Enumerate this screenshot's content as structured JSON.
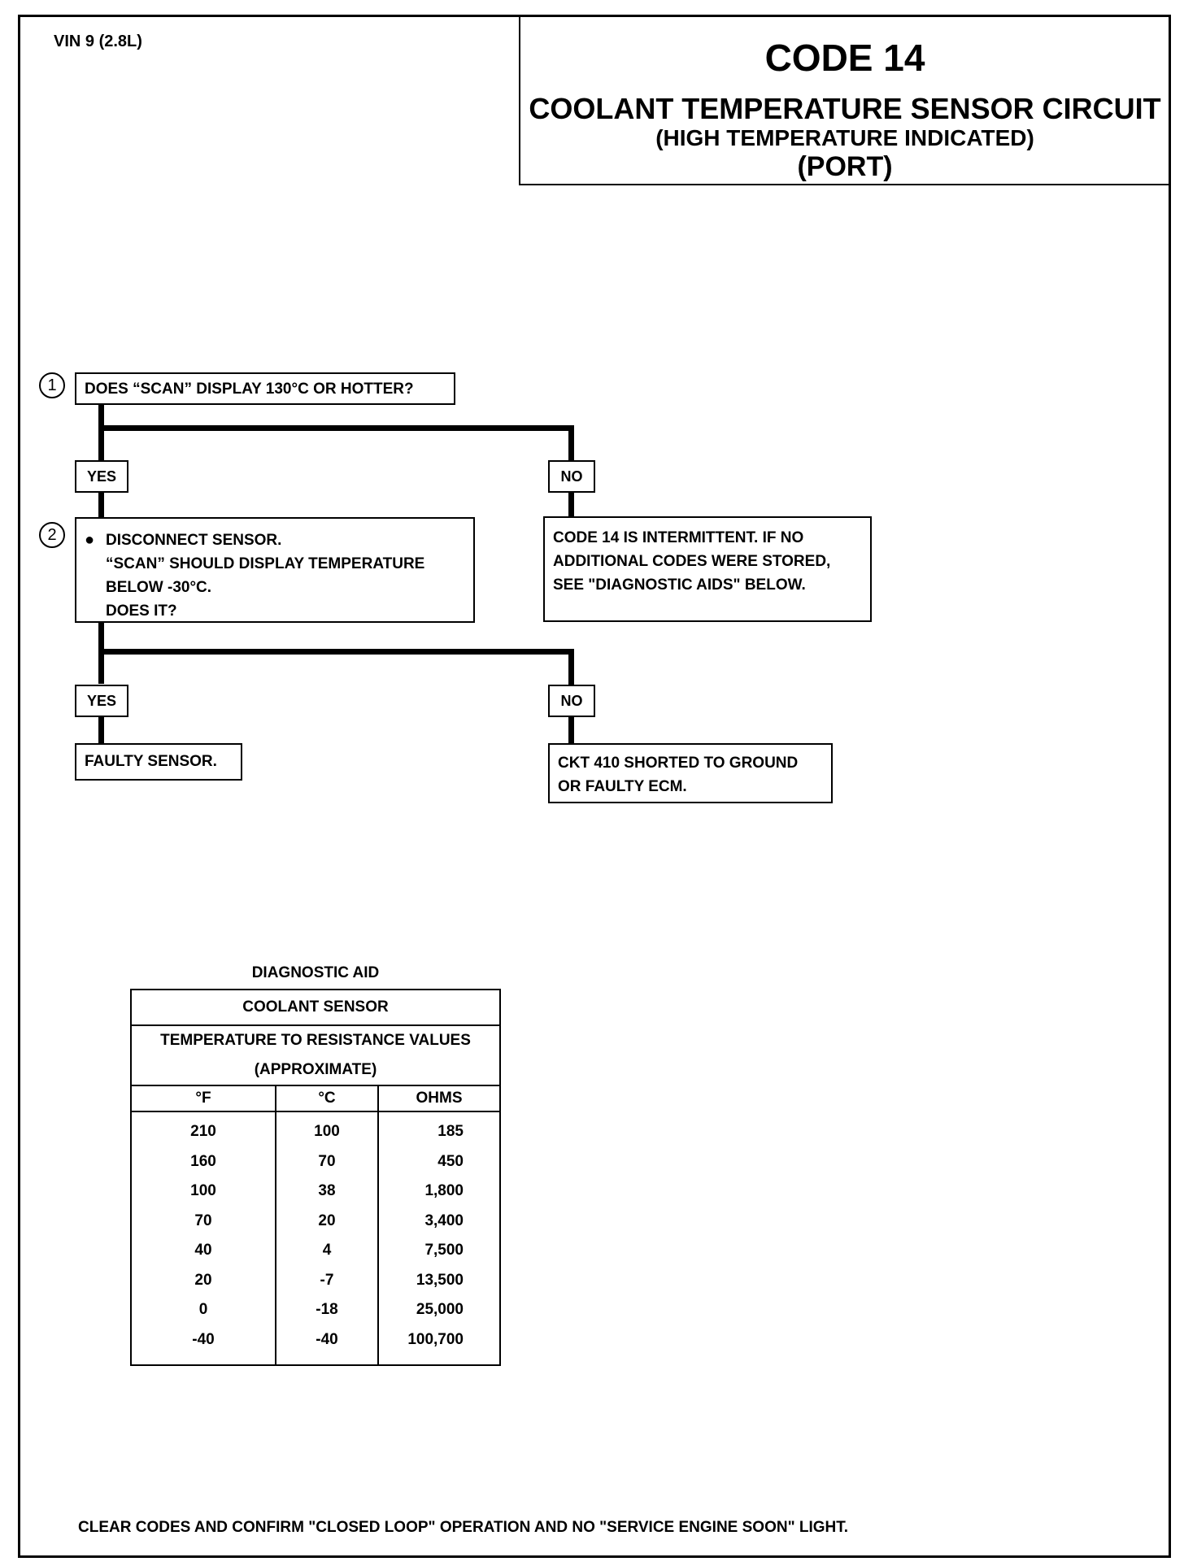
{
  "header": {
    "vin": "VIN 9 (2.8L)",
    "code": "CODE 14",
    "title": "COOLANT TEMPERATURE SENSOR CIRCUIT",
    "subtitle": "(HIGH TEMPERATURE INDICATED)",
    "variant": "(PORT)"
  },
  "flow": {
    "step1": {
      "number": "1",
      "question": "DOES “SCAN” DISPLAY 130°C OR HOTTER?",
      "yes": "YES",
      "no": "NO",
      "no_result": [
        "CODE 14 IS INTERMITTENT. IF NO",
        "ADDITIONAL CODES WERE STORED,",
        "SEE \"DIAGNOSTIC AIDS\" BELOW."
      ]
    },
    "step2": {
      "number": "2",
      "bullet": "●",
      "lines": [
        "DISCONNECT SENSOR.",
        "“SCAN” SHOULD DISPLAY TEMPERATURE",
        "BELOW -30°C.",
        "DOES IT?"
      ],
      "yes": "YES",
      "no": "NO",
      "yes_result": "FAULTY SENSOR.",
      "no_result": [
        "CKT 410 SHORTED TO GROUND",
        "OR FAULTY ECM."
      ]
    }
  },
  "diagnostic_aid": {
    "caption": "DIAGNOSTIC AID",
    "header1": "COOLANT SENSOR",
    "header2": "TEMPERATURE TO RESISTANCE VALUES",
    "header3": "(APPROXIMATE)",
    "columns": [
      "°F",
      "°C",
      "OHMS"
    ],
    "rows": [
      [
        "210",
        "100",
        "185"
      ],
      [
        "160",
        "70",
        "450"
      ],
      [
        "100",
        "38",
        "1,800"
      ],
      [
        "70",
        "20",
        "3,400"
      ],
      [
        "40",
        "4",
        "7,500"
      ],
      [
        "20",
        "-7",
        "13,500"
      ],
      [
        "0",
        "-18",
        "25,000"
      ],
      [
        "-40",
        "-40",
        "100,700"
      ]
    ]
  },
  "footer": "CLEAR CODES AND CONFIRM \"CLOSED LOOP\" OPERATION AND NO \"SERVICE ENGINE SOON\" LIGHT."
}
